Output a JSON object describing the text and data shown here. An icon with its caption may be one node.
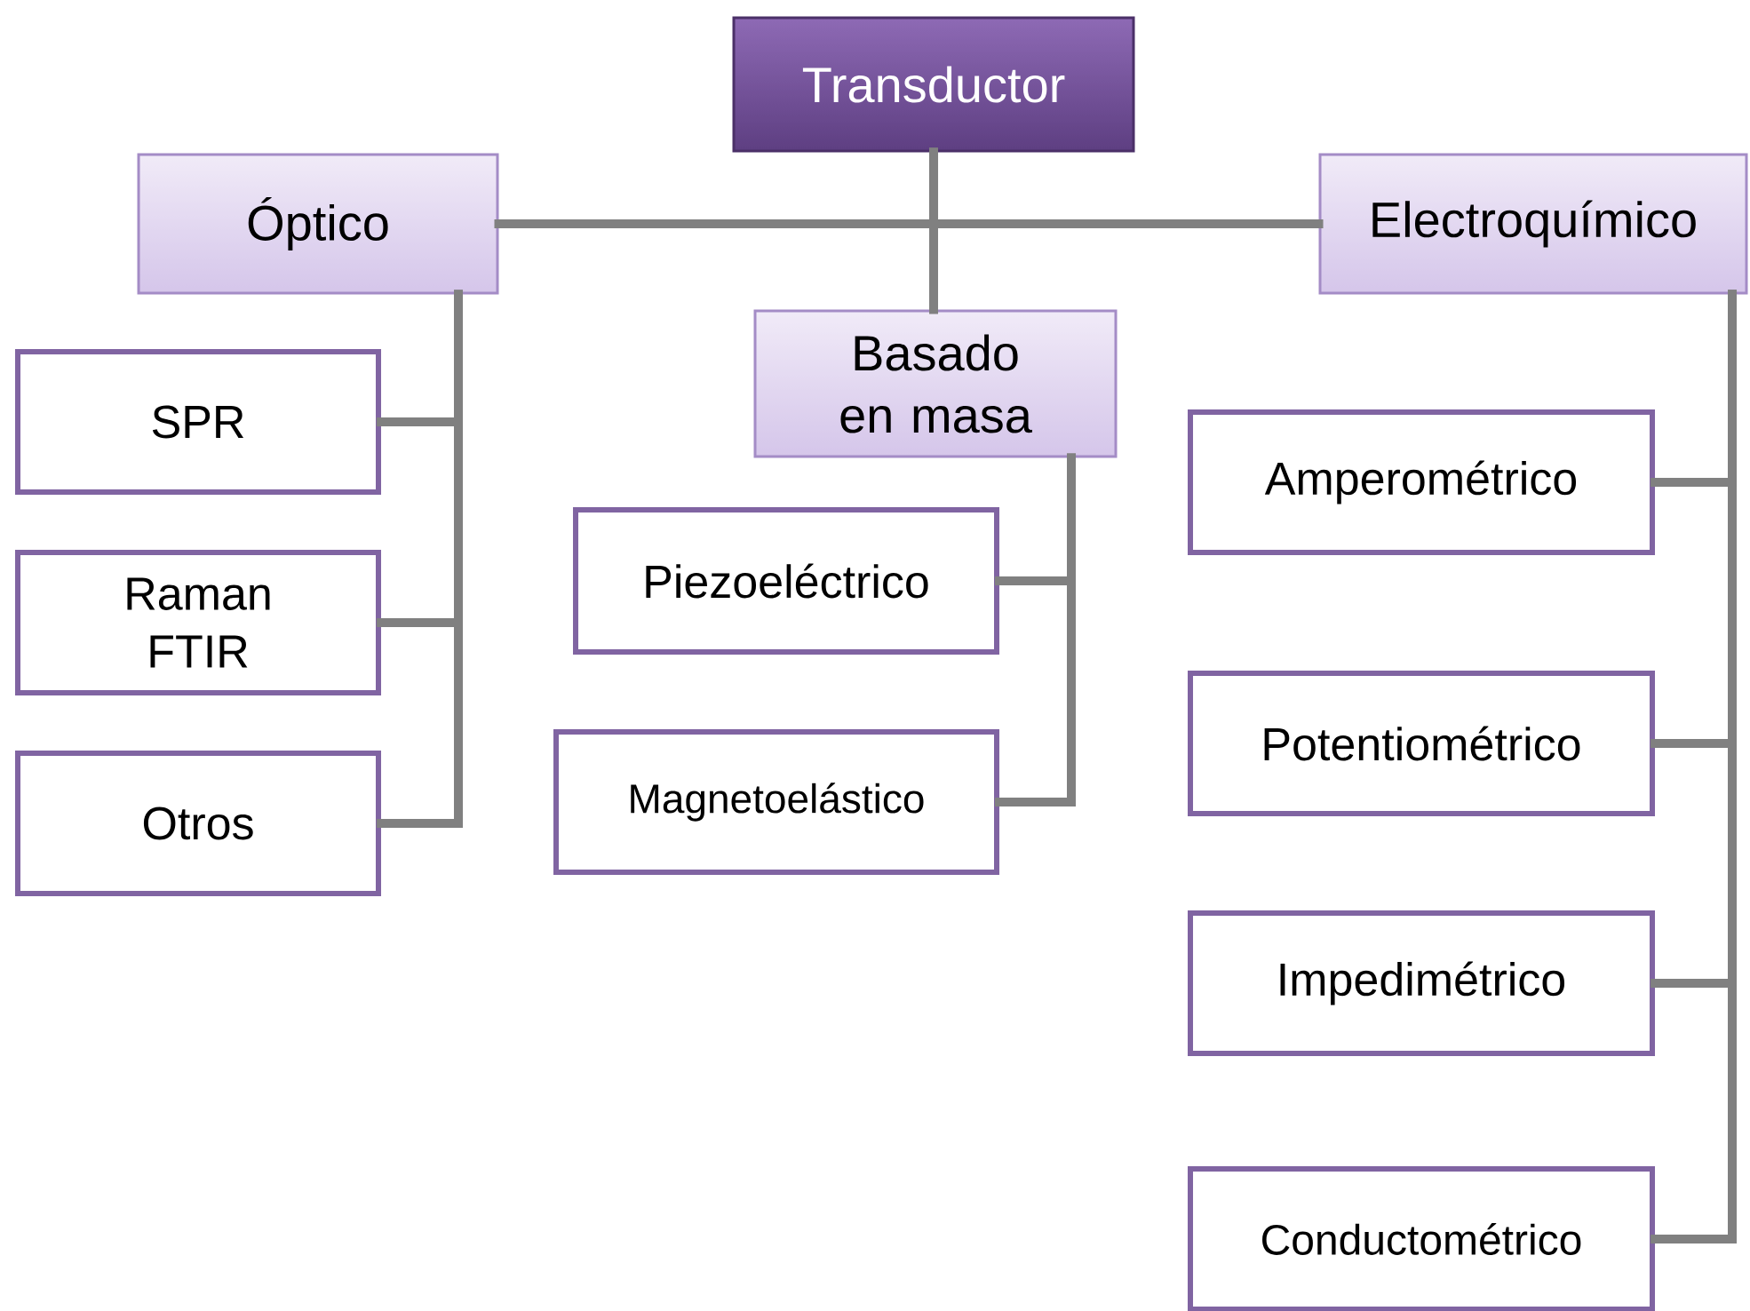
{
  "diagram": {
    "nodes": [
      {
        "text": [
          "Transductor"
        ]
      },
      {
        "text": [
          "Óptico"
        ]
      },
      {
        "text": [
          "Basado en masa"
        ]
      },
      {
        "text": [
          "Electroquímico"
        ]
      },
      {
        "text": [
          "SPR"
        ]
      },
      {
        "text": [
          "Raman FTIR"
        ]
      },
      {
        "text": [
          "Otros"
        ]
      },
      {
        "text": [
          "Piezoeléctrico"
        ]
      },
      {
        "text": [
          "Magnetoelástico"
        ]
      },
      {
        "text": [
          "Amperométrico"
        ]
      },
      {
        "text": [
          "Potentiométrico"
        ]
      },
      {
        "text": [
          "Impedimétrico"
        ]
      },
      {
        "text": [
          "Conductométrico"
        ]
      }
    ],
    "edges": [
      {
        "from": 0,
        "to": 1,
        "arrow": "none"
      },
      {
        "from": 0,
        "to": 2,
        "arrow": "none"
      },
      {
        "from": 0,
        "to": 3,
        "arrow": "none"
      },
      {
        "from": 1,
        "to": 4,
        "arrow": "none"
      },
      {
        "from": 1,
        "to": 5,
        "arrow": "none"
      },
      {
        "from": 1,
        "to": 6,
        "arrow": "none"
      },
      {
        "from": 2,
        "to": 7,
        "arrow": "none"
      },
      {
        "from": 2,
        "to": 8,
        "arrow": "none"
      },
      {
        "from": 3,
        "to": 9,
        "arrow": "none"
      },
      {
        "from": 3,
        "to": 10,
        "arrow": "none"
      },
      {
        "from": 3,
        "to": 11,
        "arrow": "none"
      },
      {
        "from": 3,
        "to": 12,
        "arrow": "none"
      }
    ]
  }
}
